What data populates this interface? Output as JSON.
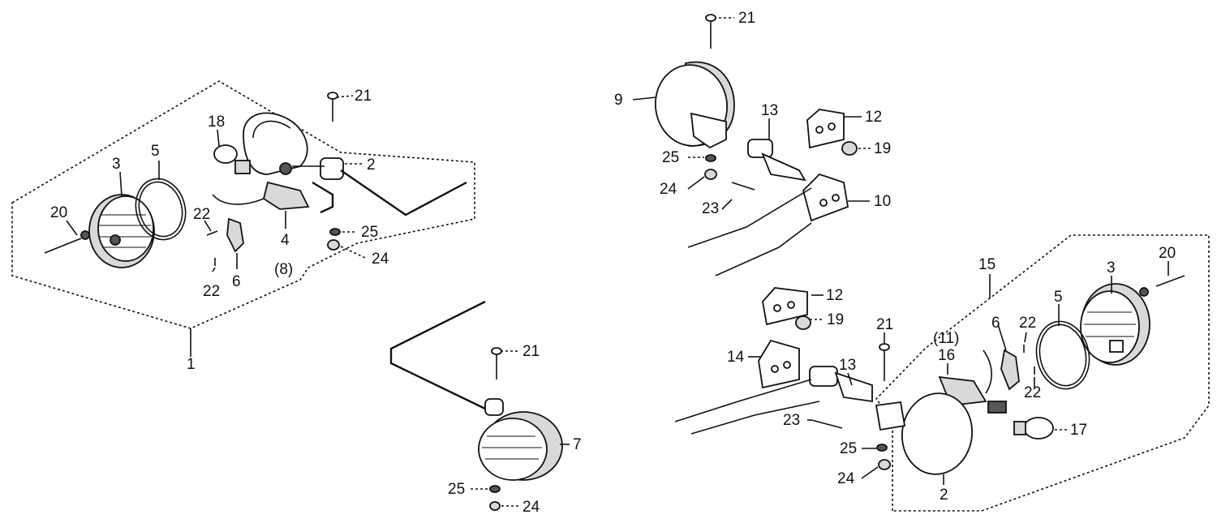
{
  "callouts": {
    "l1": "1",
    "l2a": "2",
    "l3a": "3",
    "l4": "4",
    "l8": "(8)",
    "l5a": "5",
    "l6a": "6",
    "l18": "18",
    "l20a": "20",
    "l21a": "21",
    "l22a": "22",
    "l22b": "22",
    "l25a": "25",
    "l24a": "24",
    "l21b": "21",
    "l9": "9",
    "l13a": "13",
    "l12a": "12",
    "l19a": "19",
    "l25b": "25",
    "l24b": "24",
    "l23a": "23",
    "l10": "10",
    "l21c": "21",
    "l7": "7",
    "l25c": "25",
    "l24c": "24",
    "l15": "15",
    "l20b": "20",
    "l3b": "3",
    "l5b": "5",
    "l6b": "6",
    "l22c": "22",
    "l22d": "22",
    "l11": "(11)",
    "l16": "16",
    "l12b": "12",
    "l19b": "19",
    "l21d": "21",
    "l14": "14",
    "l13b": "13",
    "l23b": "23",
    "l25d": "25",
    "l24d": "24",
    "l17": "17",
    "l2b": "2"
  }
}
